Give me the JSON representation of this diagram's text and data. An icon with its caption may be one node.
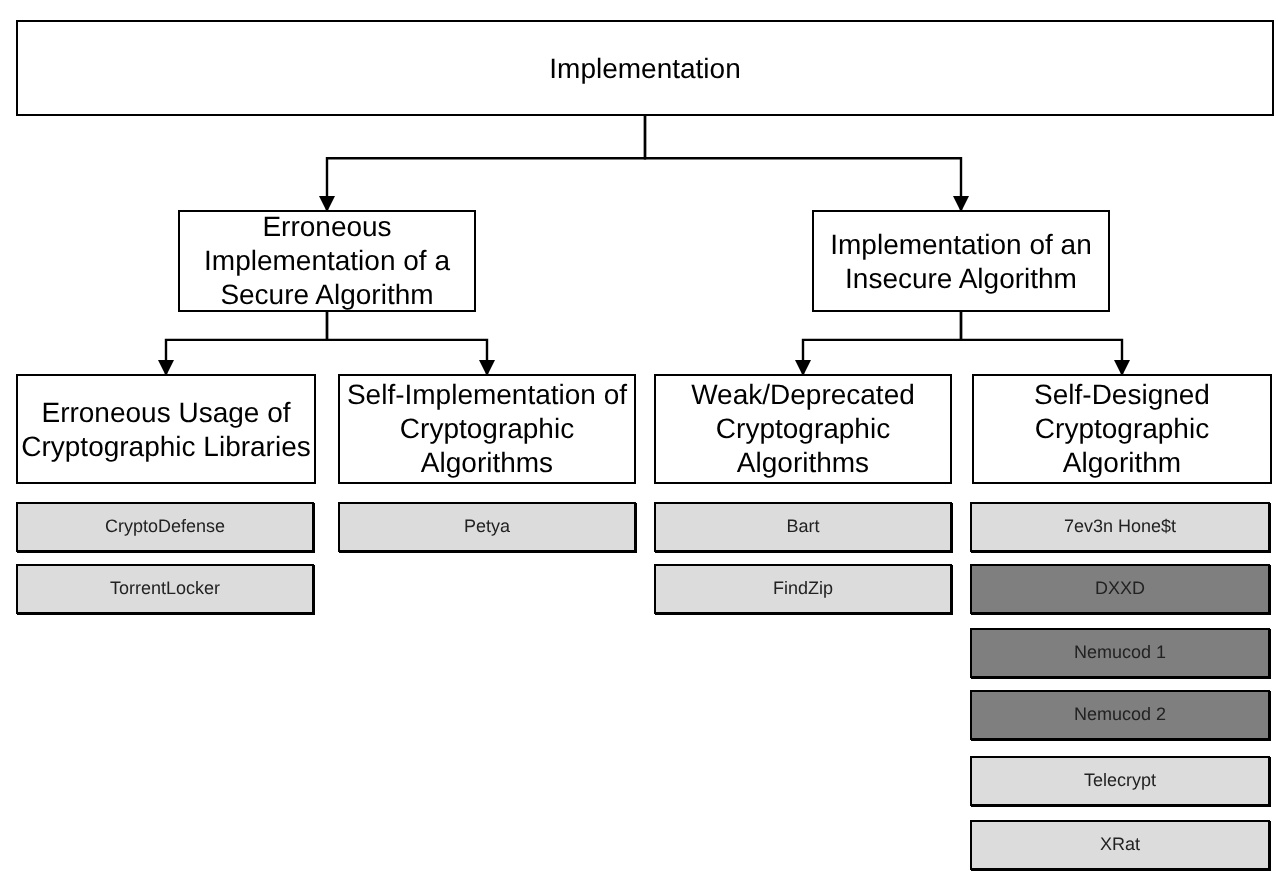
{
  "diagram": {
    "nodes": [
      {
        "text": [
          "Implementation"
        ]
      },
      {
        "text": [
          "Erroneous Implementation of a Secure Algorithm"
        ]
      },
      {
        "text": [
          "Implementation of an Insecure Algorithm"
        ]
      },
      {
        "text": [
          "Erroneous Usage of Cryptographic Libraries"
        ]
      },
      {
        "text": [
          "Self-Implementation of Cryptographic Algorithms"
        ]
      },
      {
        "text": [
          "Weak/Deprecated Cryptographic Algorithms"
        ]
      },
      {
        "text": [
          "Self-Designed Cryptographic Algorithm"
        ]
      },
      {
        "text": [
          "CryptoDefense"
        ]
      },
      {
        "text": [
          "TorrentLocker"
        ]
      },
      {
        "text": [
          "Petya"
        ]
      },
      {
        "text": [
          "Bart"
        ]
      },
      {
        "text": [
          "FindZip"
        ]
      },
      {
        "text": [
          "7ev3n Hone$t"
        ]
      },
      {
        "text": [
          "DXXD"
        ]
      },
      {
        "text": [
          "Nemucod 1"
        ]
      },
      {
        "text": [
          "Nemucod 2"
        ]
      },
      {
        "text": [
          "Telecrypt"
        ]
      },
      {
        "text": [
          "XRat"
        ]
      }
    ],
    "edges": [
      {
        "from": 0,
        "to": 1,
        "arrow": "to"
      },
      {
        "from": 0,
        "to": 2,
        "arrow": "to"
      },
      {
        "from": 1,
        "to": 3,
        "arrow": "to"
      },
      {
        "from": 1,
        "to": 4,
        "arrow": "to"
      },
      {
        "from": 2,
        "to": 5,
        "arrow": "to"
      },
      {
        "from": 2,
        "to": 6,
        "arrow": "to"
      }
    ]
  }
}
